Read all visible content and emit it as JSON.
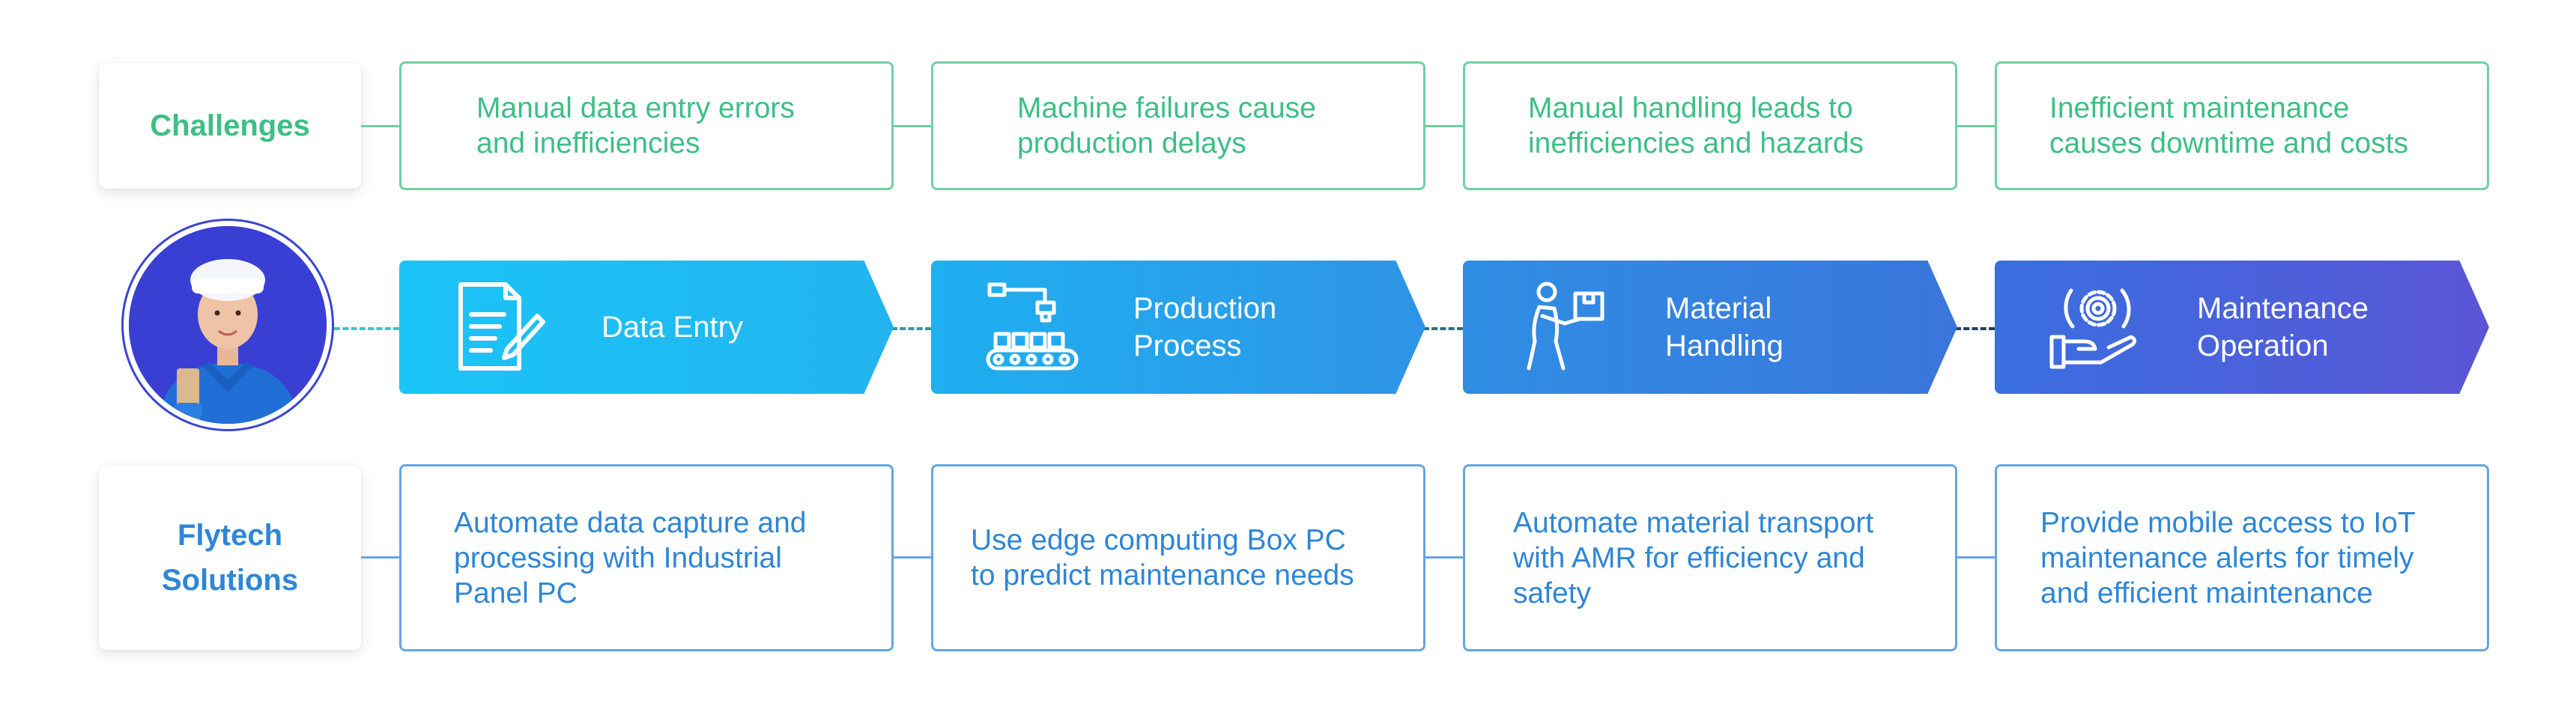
{
  "rows": {
    "challenges_label": [
      "Challenges"
    ],
    "solutions_label": [
      "Flytech",
      "Solutions"
    ]
  },
  "challenges": [
    {
      "lines": [
        "Manual data entry errors",
        "and inefficiencies"
      ]
    },
    {
      "lines": [
        "Machine failures cause",
        "production delays"
      ]
    },
    {
      "lines": [
        "Manual handling leads to",
        "inefficiencies and hazards"
      ]
    },
    {
      "lines": [
        "Inefficient maintenance",
        "causes downtime and costs"
      ]
    }
  ],
  "steps": [
    {
      "lines": [
        "Data Entry"
      ],
      "icon": "document-pen-icon"
    },
    {
      "lines": [
        "Production",
        "Process"
      ],
      "icon": "conveyor-robot-icon"
    },
    {
      "lines": [
        "Material",
        "Handling"
      ],
      "icon": "person-carrying-box-icon"
    },
    {
      "lines": [
        "Maintenance",
        "Operation"
      ],
      "icon": "gear-in-hand-icon"
    }
  ],
  "solutions": [
    {
      "lines": [
        "Automate data capture and",
        "processing with Industrial",
        "Panel PC"
      ]
    },
    {
      "lines": [
        "Use edge computing Box PC",
        "to predict maintenance needs"
      ]
    },
    {
      "lines": [
        "Automate material transport",
        "with AMR for efficiency and",
        "safety"
      ]
    },
    {
      "lines": [
        "Provide mobile access to IoT",
        "maintenance alerts for timely",
        "and efficient maintenance"
      ]
    }
  ],
  "colors": {
    "challenge_green": "#3dbf85",
    "solution_blue": "#2e86d6",
    "step_gradient_start": "#1bc4f7",
    "step_gradient_end": "#5a55d6"
  }
}
